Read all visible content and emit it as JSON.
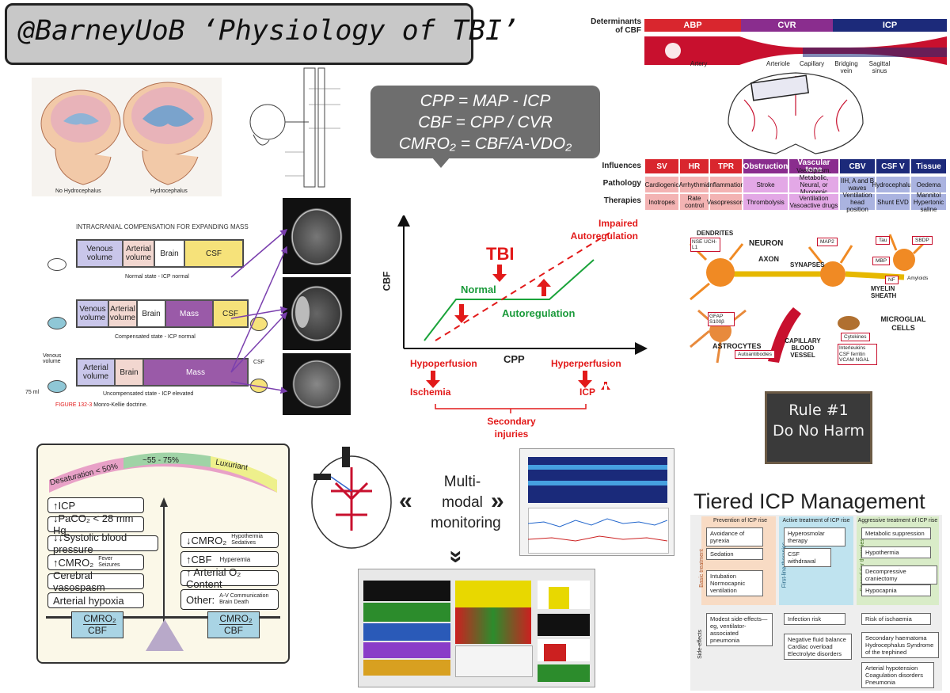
{
  "title": "@BarneyUoB ‘Physiology of TBI’",
  "equations": {
    "line1": "CPP = MAP - ICP",
    "line2": "CBF = CPP / CVR",
    "line3": "CMRO₂ = CBF/A-VDO₂"
  },
  "hydrocephalus": {
    "left_caption": "No Hydrocephalus",
    "right_caption": "Hydrocephalus"
  },
  "monro_kellie": {
    "heading": "INTRACRANIAL COMPENSATION FOR EXPANDING MASS",
    "row1": {
      "cells": [
        "Venous volume",
        "Arterial volume",
        "Brain",
        "CSF"
      ],
      "caption": "Normal state - ICP normal"
    },
    "row2": {
      "cells": [
        "Venous volume",
        "Arterial volume",
        "Brain",
        "Mass",
        "CSF"
      ],
      "caption": "Compensated state - ICP normal"
    },
    "row3": {
      "cells": [
        "Arterial volume",
        "Brain",
        "Mass"
      ],
      "caption": "Uncompensated state - ICP elevated",
      "left_label": "Venous volume",
      "right_label": "CSF",
      "volume_label": "75 ml"
    },
    "figure_label": "FIGURE 132-3",
    "figure_title": "Monro-Kellie doctrine."
  },
  "cbf_determinants": {
    "label": "Determinants of CBF",
    "segments": [
      "ABP",
      "CVR",
      "ICP"
    ],
    "vessel_labels": [
      "Artery",
      "Arteriole",
      "Capillary",
      "Bridging vein",
      "Sagittal sinus"
    ],
    "row_headers": [
      "Influences",
      "Pathology",
      "Therapies"
    ],
    "columns": [
      {
        "head": "SV",
        "pathology": "Cardiogenic",
        "therapy": "Inotropes",
        "color": "#d9262e"
      },
      {
        "head": "HR",
        "pathology": "Arrhythmia",
        "therapy": "Rate control",
        "color": "#d9262e"
      },
      {
        "head": "TPR",
        "pathology": "Inflammation",
        "therapy": "Vasopressors",
        "color": "#d9262e"
      },
      {
        "head": "Obstruction",
        "pathology": "Stroke",
        "therapy": "Thrombolysis",
        "color": "#8a2d8e"
      },
      {
        "head": "Vascular tone",
        "pathology": "Vasospasm. Metabolic, Neural, or Myogenic challenge",
        "therapy": "Ventilation Vasoactive drugs",
        "color": "#8a2d8e"
      },
      {
        "head": "CBV",
        "pathology": "IIH, A and B waves",
        "therapy": "Ventilation head position",
        "color": "#1c2a7a"
      },
      {
        "head": "CSF V",
        "pathology": "Hydrocephalus",
        "therapy": "Shunt EVD",
        "color": "#1c2a7a"
      },
      {
        "head": "Tissue",
        "pathology": "Oedema",
        "therapy": "Mannitol Hypertonic saline",
        "color": "#1c2a7a"
      }
    ]
  },
  "autoregulation": {
    "y_label": "CBF",
    "x_label": "CPP",
    "tbi_label": "TBI",
    "normal_label": "Normal",
    "autoregulation_label": "Autoregulation",
    "impaired_label": "Impaired Autoregulation",
    "hypoperfusion": "Hypoperfusion",
    "hyperperfusion": "Hyperperfusion",
    "ischemia": "Ischemia",
    "icp": "ICP",
    "secondary": "Secondary injuries"
  },
  "neuron": {
    "labels": [
      "DENDRITES",
      "NEURON",
      "AXON",
      "SYNAPSES",
      "MYELIN SHEATH",
      "MICROGLIAL CELLS",
      "ASTROCYTES",
      "CAPILLARY BLOOD VESSEL"
    ],
    "markers": [
      "NSE UCH-L1",
      "MAP2",
      "Tau",
      "SBDP",
      "MBP",
      "NF",
      "Amyloids",
      "GFAP S100β",
      "Autoantibodies",
      "Cytokines",
      "Interleukins CSF ferritin VCAM NGAL"
    ]
  },
  "rule": {
    "line1": "Rule #1",
    "line2": "Do No Harm"
  },
  "balance": {
    "arc_labels": [
      "Desaturation < 50%",
      "~55 - 75%",
      "Luxuriant"
    ],
    "left_items": [
      "↑ICP",
      "↓PaCO₂ < 28 mm Hg",
      "↓↓Systolic blood pressure",
      "↑CMRO₂",
      "Cerebral vasospasm",
      "Arterial hypoxia"
    ],
    "cmro_notes": [
      "Fever",
      "Seizures"
    ],
    "right_items": [
      "↓CMRO₂",
      "↑CBF",
      "↑ Arterial O₂ Content",
      "Other:"
    ],
    "right_notes": [
      [
        "Hypothermia",
        "Sedatives"
      ],
      [
        "Hyperemia"
      ],
      [],
      [
        "A-V Communication",
        "Brain Death"
      ]
    ],
    "left_ratio": {
      "num": "CMRO₂",
      "den": "CBF"
    },
    "right_ratio": {
      "num": "CMRO₂",
      "den": "CBF"
    }
  },
  "monitoring": {
    "line1": "Multi-",
    "line2": "modal",
    "line3": "monitoring"
  },
  "tiered": {
    "title": "Tiered ICP Management",
    "columns": [
      "Prevention of ICP rise",
      "Active treatment of ICP rise",
      "Aggressive treatment of ICP rise"
    ],
    "side_labels": [
      "Basic treatment",
      "First-line therapies",
      "Second-tier therapies",
      "Side-effects"
    ],
    "col1": [
      "Avoidance of pyrexia",
      "Sedation",
      "Intubation Normocapnic ventilation"
    ],
    "col2": [
      "Hyperosmolar therapy",
      "CSF withdrawal"
    ],
    "col3": [
      "Metabolic suppression",
      "Hypothermia",
      "Decompressive craniectomy",
      "Hypocapnia"
    ],
    "effects1": [
      "Modest side-effects—eg, ventilator-associated pneumonia"
    ],
    "effects2": [
      "Infection risk",
      "Negative fluid balance Cardiac overload Electrolyte disorders"
    ],
    "effects3": [
      "Risk of ischaemia",
      "Secondary haematoma Hydrocephalus Syndrome of the trephined",
      "Arterial hypotension Coagulation disorders Pneumonia"
    ]
  }
}
